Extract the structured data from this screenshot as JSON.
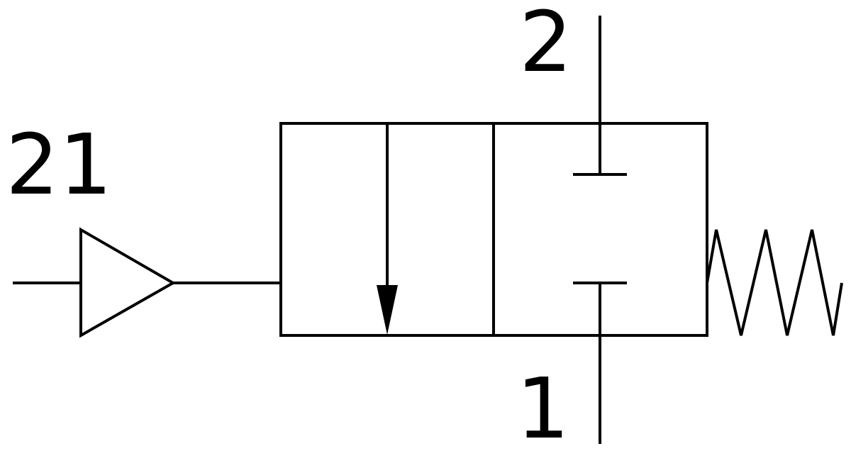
{
  "labels": {
    "pilot_port": "21",
    "outlet_port": "2",
    "inlet_port": "1"
  },
  "colors": {
    "stroke": "#000000",
    "background": "#ffffff"
  }
}
